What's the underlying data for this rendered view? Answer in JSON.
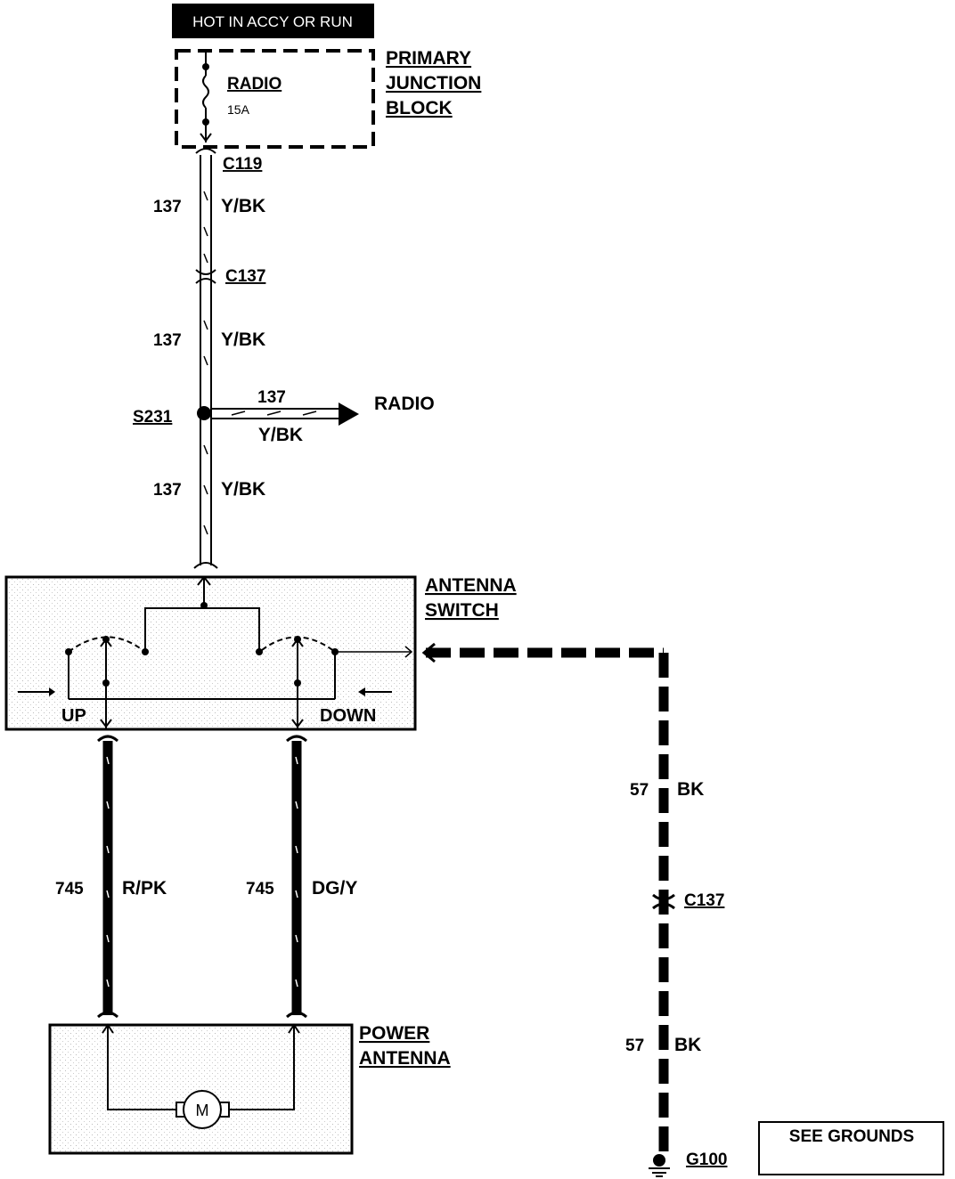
{
  "header": {
    "power_label": "HOT IN ACCY OR RUN"
  },
  "junction_block": {
    "title_line1": "PRIMARY",
    "title_line2": "JUNCTION",
    "title_line3": "BLOCK",
    "fuse_name": "RADIO",
    "fuse_rating": "15A"
  },
  "connectors": {
    "c119": "C119",
    "c137_top": "C137",
    "c137_ground": "C137",
    "splice": "S231",
    "ground": "G100"
  },
  "wires": {
    "w1_circuit": "137",
    "w1_color": "Y/BK",
    "w2_circuit": "137",
    "w2_color": "Y/BK",
    "radio_circuit": "137",
    "radio_color": "Y/BK",
    "radio_dest": "RADIO",
    "w3_circuit": "137",
    "w3_color": "Y/BK",
    "up_circuit": "745",
    "up_color": "R/PK",
    "down_circuit": "745",
    "down_color": "DG/Y",
    "gnd1_circuit": "57",
    "gnd1_color": "BK",
    "gnd2_circuit": "57",
    "gnd2_color": "BK"
  },
  "antenna_switch": {
    "title_line1": "ANTENNA",
    "title_line2": "SWITCH",
    "up_label": "UP",
    "down_label": "DOWN"
  },
  "power_antenna": {
    "title_line1": "POWER",
    "title_line2": "ANTENNA",
    "motor_label": "M"
  },
  "see_grounds": "SEE GROUNDS"
}
